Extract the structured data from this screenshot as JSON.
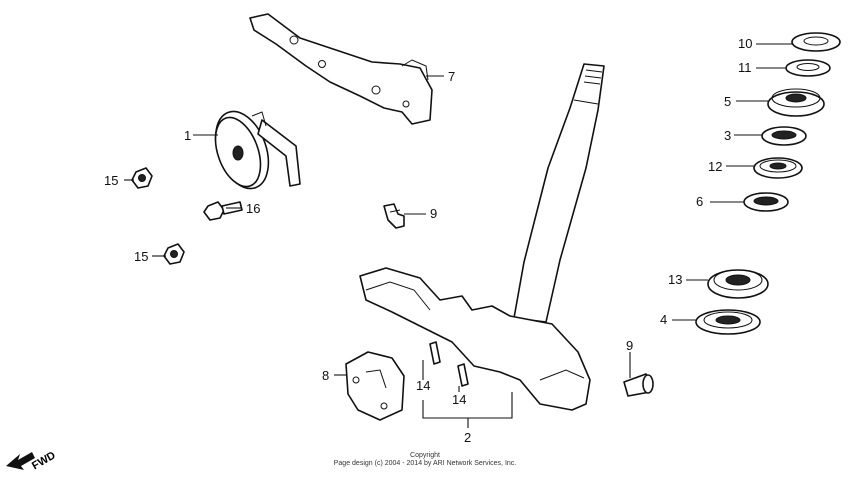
{
  "callouts": {
    "c1": "1",
    "c2": "2",
    "c3": "3",
    "c4": "4",
    "c5": "5",
    "c6": "6",
    "c7": "7",
    "c8": "8",
    "c9a": "9",
    "c9b": "9",
    "c10": "10",
    "c11": "11",
    "c12": "12",
    "c13": "13",
    "c14a": "14",
    "c14b": "14",
    "c15a": "15",
    "c15b": "15",
    "c16": "16"
  },
  "fwd_label": "FWD",
  "copyright": {
    "line1": "Copyright",
    "line2": "Page design (c) 2004 - 2014 by ARI Network Services, Inc."
  }
}
